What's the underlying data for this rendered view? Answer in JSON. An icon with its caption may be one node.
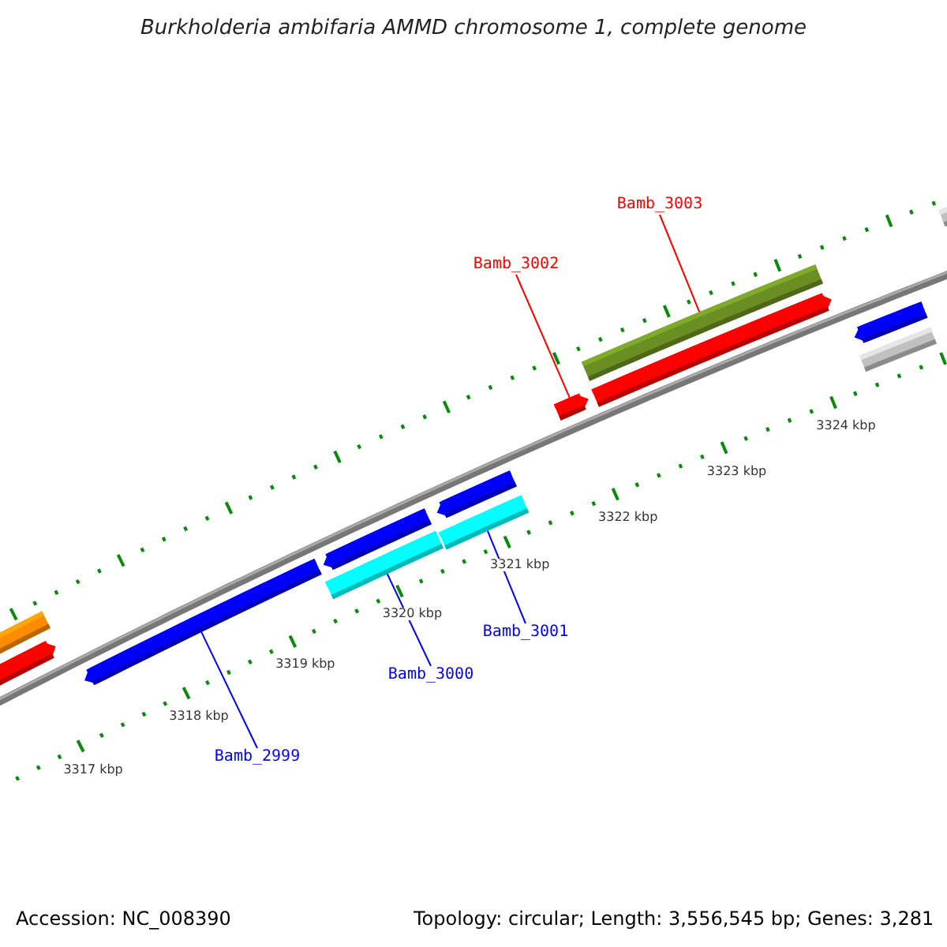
{
  "diagram": {
    "title": "Burkholderia ambifaria AMMD chromosome 1, complete genome",
    "nodes": [
      {
        "text": [
          "Bamb_3003"
        ]
      },
      {
        "text": [
          "Bamb_3002"
        ]
      },
      {
        "text": [
          "Bamb_3001"
        ]
      },
      {
        "text": [
          "Bamb_3000"
        ]
      },
      {
        "text": [
          "Bamb_2999"
        ]
      },
      {
        "text": [],
        "shape": "bar"
      },
      {
        "text": [],
        "shape": "bar"
      },
      {
        "text": [],
        "shape": "bar"
      },
      {
        "text": [],
        "shape": "bar"
      },
      {
        "text": [],
        "shape": "bar"
      }
    ],
    "edges": [
      {
        "from": 0,
        "to": 5,
        "arrow": "none",
        "color": "#ff0000"
      },
      {
        "from": 1,
        "to": 6,
        "arrow": "none",
        "color": "#ff0000"
      },
      {
        "from": 2,
        "to": 7,
        "arrow": "none"
      },
      {
        "from": 3,
        "to": 8,
        "arrow": "none"
      },
      {
        "from": 4,
        "to": 9,
        "arrow": "none"
      }
    ],
    "labels": [
      "3324 kbp",
      "3323 kbp",
      "3322 kbp",
      "3321 kbp",
      "3320 kbp",
      "3319 kbp",
      "3318 kbp",
      "3317 kbp",
      "Accession: NC_008390",
      "Topology: circular; Length: 3,556,545 bp; Genes: 3,281"
    ]
  }
}
